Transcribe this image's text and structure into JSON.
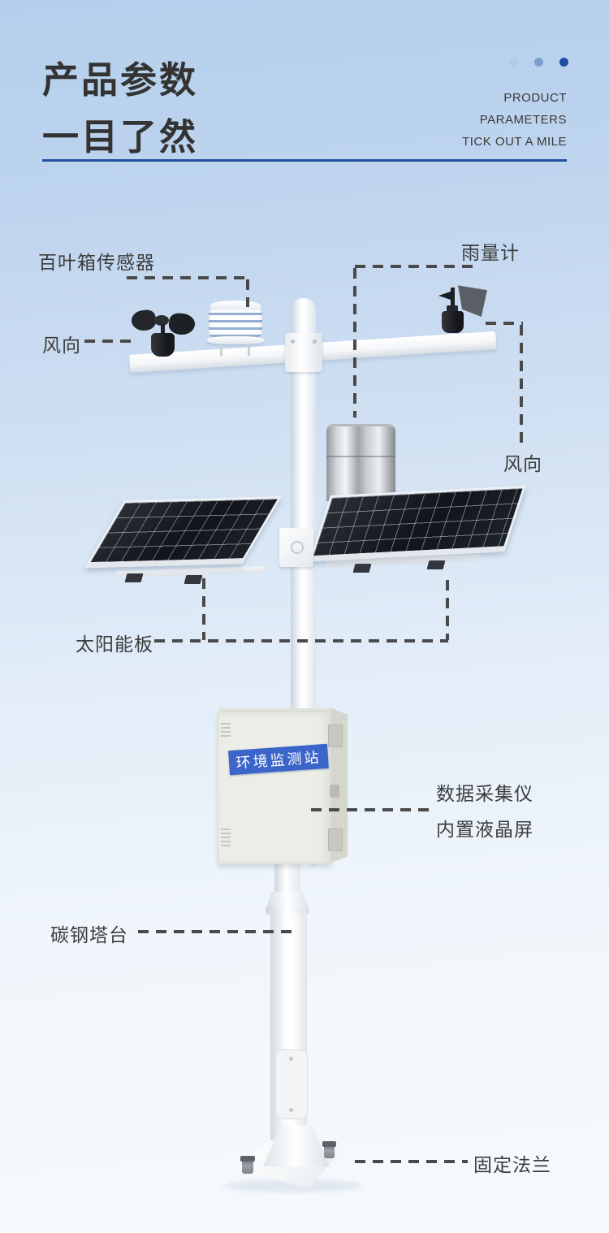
{
  "header": {
    "title_line1": "产品参数",
    "title_line2": "一目了然",
    "en_line1": "PRODUCT",
    "en_line2": "PARAMETERS",
    "en_line3": "TICK OUT A MILE"
  },
  "station": {
    "box_banner": "环境监测站"
  },
  "callouts": {
    "louver": "百叶箱传感器",
    "wind_left": "风向",
    "rain": "雨量计",
    "wind_right": "风向",
    "solar": "太阳能板",
    "collector_line1": "数据采集仪",
    "collector_line2": "内置液晶屏",
    "tower": "碳钢塔台",
    "flange": "固定法兰"
  },
  "colors": {
    "background_top": "#b4cfec",
    "background_bottom": "#f6fafd",
    "title_text": "#333333",
    "divider_blue": "#24509f",
    "dot_light": "#b5c9e3",
    "dot_medium": "#7e9dd0",
    "dot_dark": "#1d4fa1",
    "label_text": "#3d3d3d",
    "dash_line": "#4a4a4a",
    "banner_blue": "#3b65c9",
    "solar_cell_dark": "#11141a"
  }
}
